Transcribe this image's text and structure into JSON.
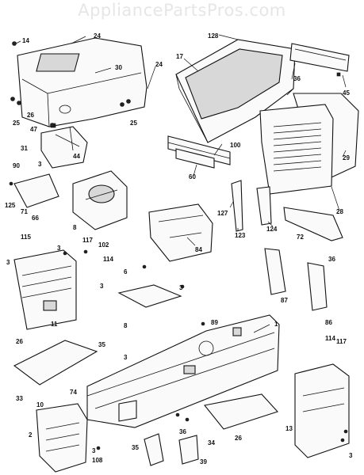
{
  "watermark": "AppliancePartsPros.com",
  "callouts": {
    "c14": "14",
    "c24a": "24",
    "c30": "30",
    "c128": "128",
    "c17": "17",
    "c36a": "36",
    "c45": "45",
    "c24b": "24",
    "c25a": "25",
    "c26a": "26",
    "c25b": "25",
    "c47": "47",
    "c31": "31",
    "c44": "44",
    "c100": "100",
    "c60": "60",
    "c29": "29",
    "c28": "28",
    "c90": "90",
    "c3a": "3",
    "c125": "125",
    "c71": "71",
    "c66": "66",
    "c8": "8",
    "c127": "127",
    "c123": "123",
    "c124": "124",
    "c72": "72",
    "c84": "84",
    "c36b": "36",
    "c115": "115",
    "c117a": "117",
    "c102": "102",
    "c114a": "114",
    "c3b": "3",
    "c3c": "3",
    "c3d": "3",
    "c6": "6",
    "c11": "11",
    "c3e": "3",
    "c87": "87",
    "c86": "86",
    "c89": "89",
    "c1": "1",
    "c26b": "26",
    "c35a": "35",
    "c8b": "8",
    "c3f": "3",
    "c114b": "114",
    "c117b": "117",
    "c33": "33",
    "c10": "10",
    "c74": "74",
    "c2": "2",
    "c3g": "3",
    "c108": "108",
    "c35b": "35",
    "c39": "39",
    "c36c": "36",
    "c34": "34",
    "c26c": "26",
    "c13": "13",
    "c3h": "3"
  }
}
